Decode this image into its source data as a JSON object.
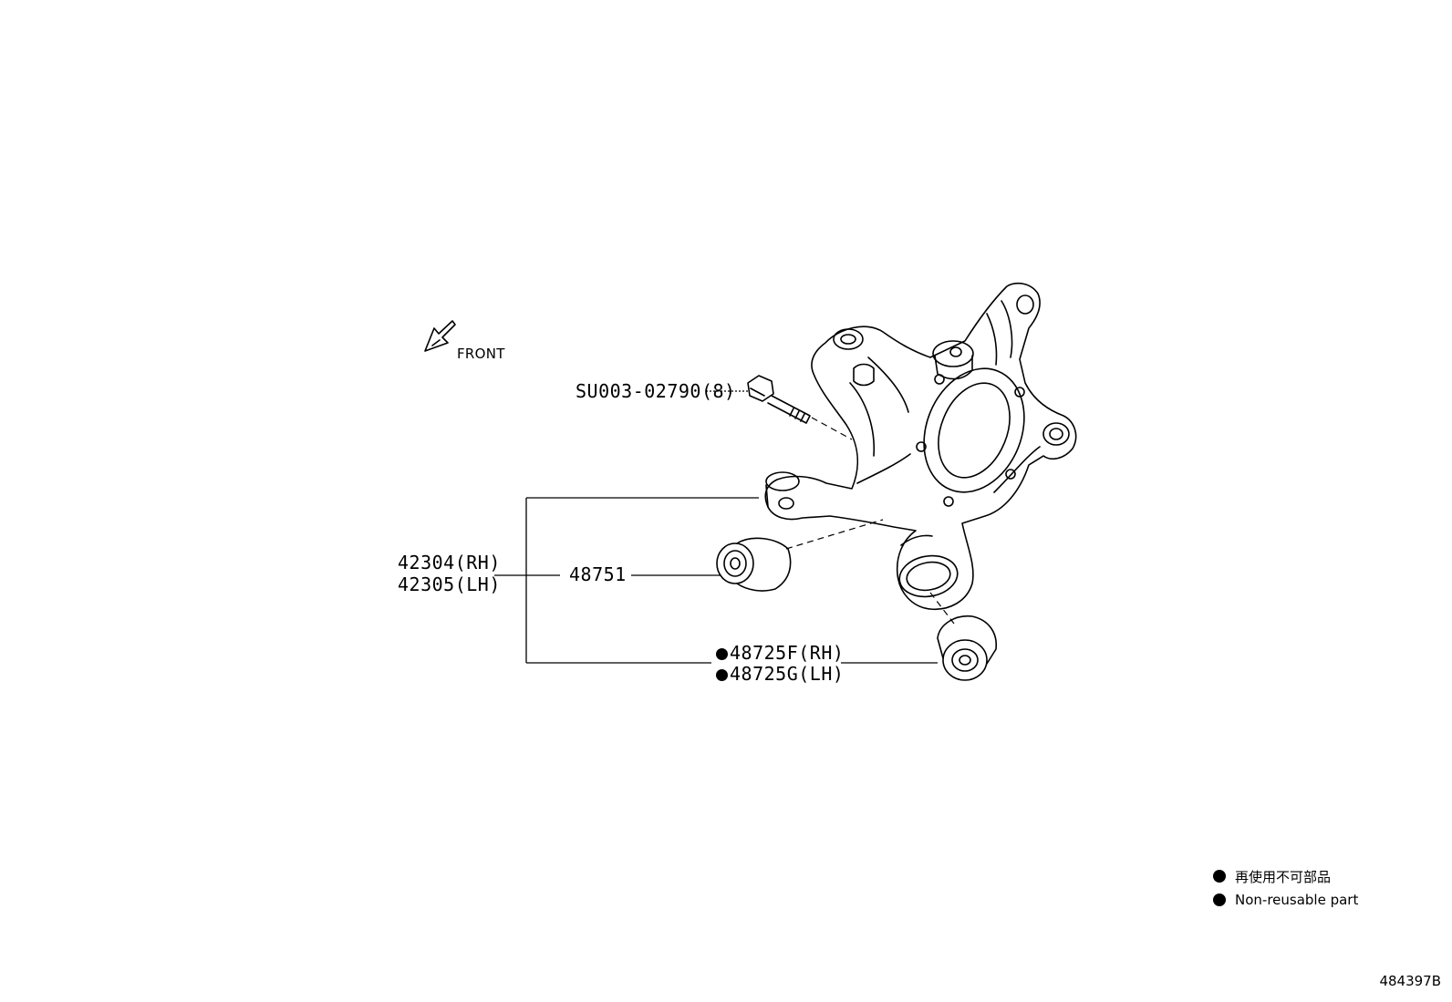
{
  "front_arrow": {
    "label": "FRONT",
    "icon": "front-direction-arrow-icon"
  },
  "callouts": {
    "bolt": "SU003-02790(8)",
    "knuckle_rh": "42304(RH)",
    "knuckle_lh": "42305(LH)",
    "bushing_upper": "48751",
    "bushing_rh": "48725F(RH)",
    "bushing_lh": "48725G(LH)"
  },
  "legend": {
    "marker_icon": "non-reusable-dot-icon",
    "jp": "再使用不可部品",
    "en": "Non-reusable part"
  },
  "diagram_id": "484397B"
}
